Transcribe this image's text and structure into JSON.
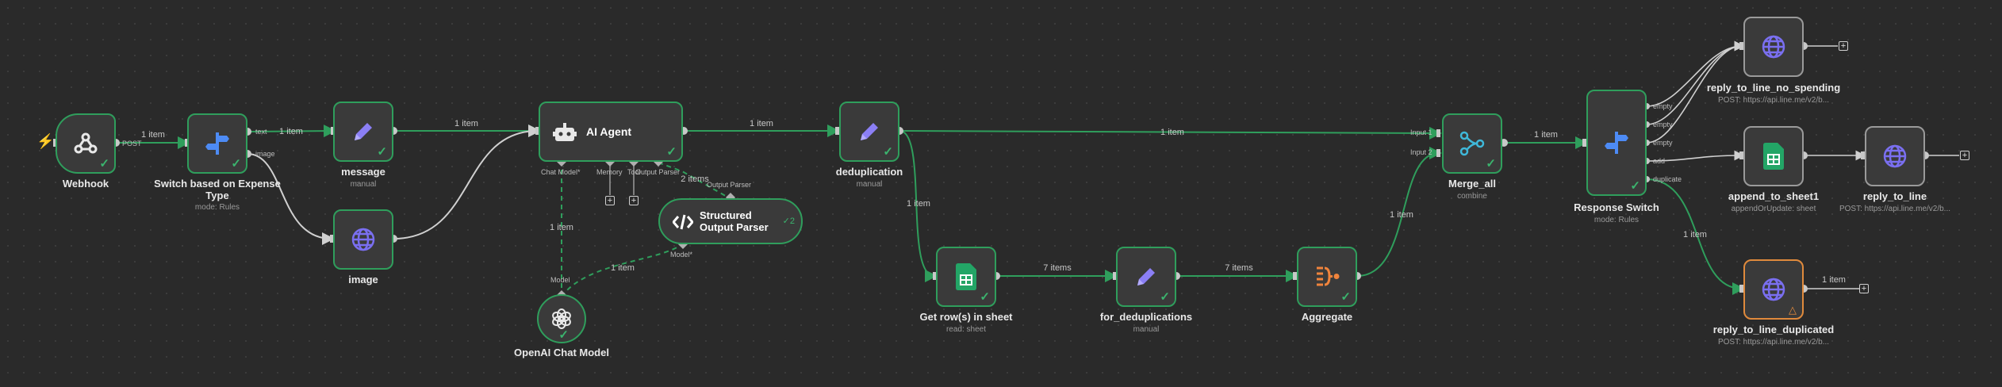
{
  "colors": {
    "canvas": "#2a2a2a",
    "success": "#2f9e5c",
    "warning": "#e08a3c",
    "accent": "#7a6ff0"
  },
  "nodes": {
    "webhook": {
      "label": "Webhook",
      "icon": "webhook-icon"
    },
    "switch_expense": {
      "label": "Switch based on Expense Type",
      "subtitle": "mode: Rules",
      "icon": "switch-icon"
    },
    "message": {
      "label": "message",
      "subtitle": "manual",
      "icon": "pencil-icon"
    },
    "image": {
      "label": "image",
      "icon": "globe-icon"
    },
    "ai_agent": {
      "label": "AI Agent",
      "icon": "robot-icon"
    },
    "structured_parser": {
      "label": "Structured Output Parser",
      "count": "2",
      "icon": "code-icon"
    },
    "openai_model": {
      "label": "OpenAI Chat Model",
      "icon": "openai-icon"
    },
    "deduplication": {
      "label": "deduplication",
      "subtitle": "manual",
      "icon": "pencil-icon"
    },
    "get_rows": {
      "label": "Get row(s) in sheet",
      "subtitle": "read: sheet",
      "icon": "sheets-icon"
    },
    "for_dedup": {
      "label": "for_deduplications",
      "subtitle": "manual",
      "icon": "pencil-icon"
    },
    "aggregate": {
      "label": "Aggregate",
      "icon": "aggregate-icon"
    },
    "merge_all": {
      "label": "Merge_all",
      "subtitle": "combine",
      "icon": "merge-icon"
    },
    "response_switch": {
      "label": "Response Switch",
      "subtitle": "mode: Rules",
      "icon": "switch-icon"
    },
    "reply_no_spending": {
      "label": "reply_to_line_no_spending",
      "subtitle": "POST: https://api.line.me/v2/b...",
      "icon": "globe-icon"
    },
    "append_sheet": {
      "label": "append_to_sheet1",
      "subtitle": "appendOrUpdate: sheet",
      "icon": "sheets-icon"
    },
    "reply_to_line": {
      "label": "reply_to_line",
      "subtitle": "POST: https://api.line.me/v2/b...",
      "icon": "globe-icon"
    },
    "reply_duplicated": {
      "label": "reply_to_line_duplicated",
      "subtitle": "POST: https://api.line.me/v2/b...",
      "icon": "globe-icon"
    }
  },
  "ports": {
    "webhook_out": "POST",
    "switch_text": "text",
    "switch_image": "image",
    "ai_chat_model": "Chat Model*",
    "ai_memory": "Memory",
    "ai_tool": "Tool",
    "ai_output_parser": "Output Parser",
    "sop_in": "Output Parser",
    "sop_model": "Model*",
    "openai_model": "Model",
    "merge_in1": "Input 1",
    "merge_in2": "Input 2",
    "rs_empty1": "empty",
    "rs_empty2": "empty",
    "rs_empty3": "empty",
    "rs_add": "add",
    "rs_duplicate": "duplicate"
  },
  "edges": {
    "webhook_switch": "1 item",
    "switch_message": "1 item",
    "message_ai": "1 item",
    "ai_dedup": "1 item",
    "dedup_merge": "1 item",
    "dedup_getrows": "1 item",
    "getrows_fordedup": "7 items",
    "fordedup_aggregate": "7 items",
    "aggregate_merge": "1 item",
    "merge_response": "1 item",
    "openai_ai": "1 item",
    "openai_sop": "1 item",
    "sop_ai": "2 items",
    "response_duplicated": "1 item",
    "duplicated_out": "1 item"
  }
}
